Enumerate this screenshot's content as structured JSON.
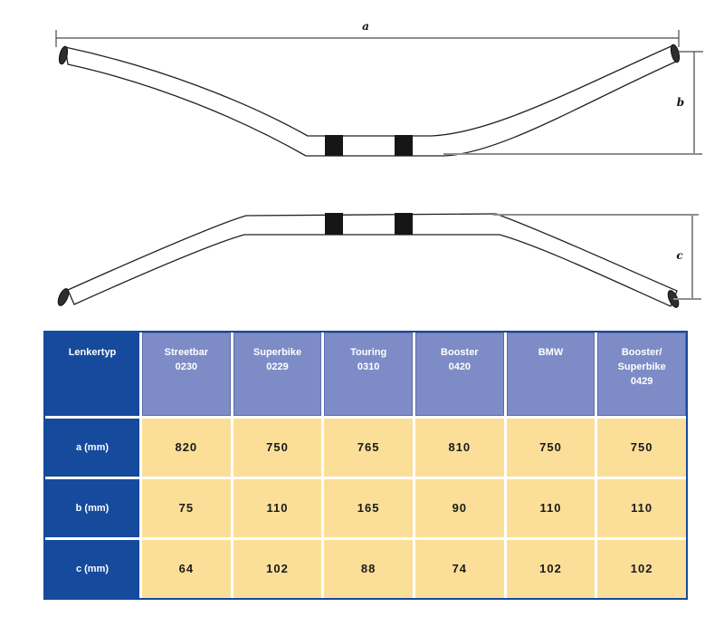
{
  "diagram": {
    "front_view": {
      "label_a": "a",
      "label_b": "b"
    },
    "top_view": {
      "label_c": "c"
    }
  },
  "table": {
    "header_cells": [
      {
        "lines": [
          "Lenkertyp"
        ],
        "style": "dark"
      },
      {
        "lines": [
          "Streetbar",
          "0230"
        ],
        "style": "light"
      },
      {
        "lines": [
          "Superbike",
          "0229"
        ],
        "style": "light"
      },
      {
        "lines": [
          "Touring",
          "0310"
        ],
        "style": "light"
      },
      {
        "lines": [
          "Booster",
          "0420"
        ],
        "style": "light"
      },
      {
        "lines": [
          "BMW"
        ],
        "style": "light"
      },
      {
        "lines": [
          "Booster/",
          "Superbike",
          "0429"
        ],
        "style": "light"
      }
    ],
    "rows": [
      {
        "label": "a (mm)",
        "values": [
          "820",
          "750",
          "765",
          "810",
          "750",
          "750"
        ]
      },
      {
        "label": "b (mm)",
        "values": [
          "75",
          "110",
          "165",
          "90",
          "110",
          "110"
        ]
      },
      {
        "label": "c (mm)",
        "values": [
          "64",
          "102",
          "88",
          "74",
          "102",
          "102"
        ]
      }
    ],
    "colors": {
      "header_dark": "#164a9c",
      "header_light": "#7d8cc6",
      "cell_yellow": "#fbdf99",
      "grid": "#ffffff"
    }
  }
}
